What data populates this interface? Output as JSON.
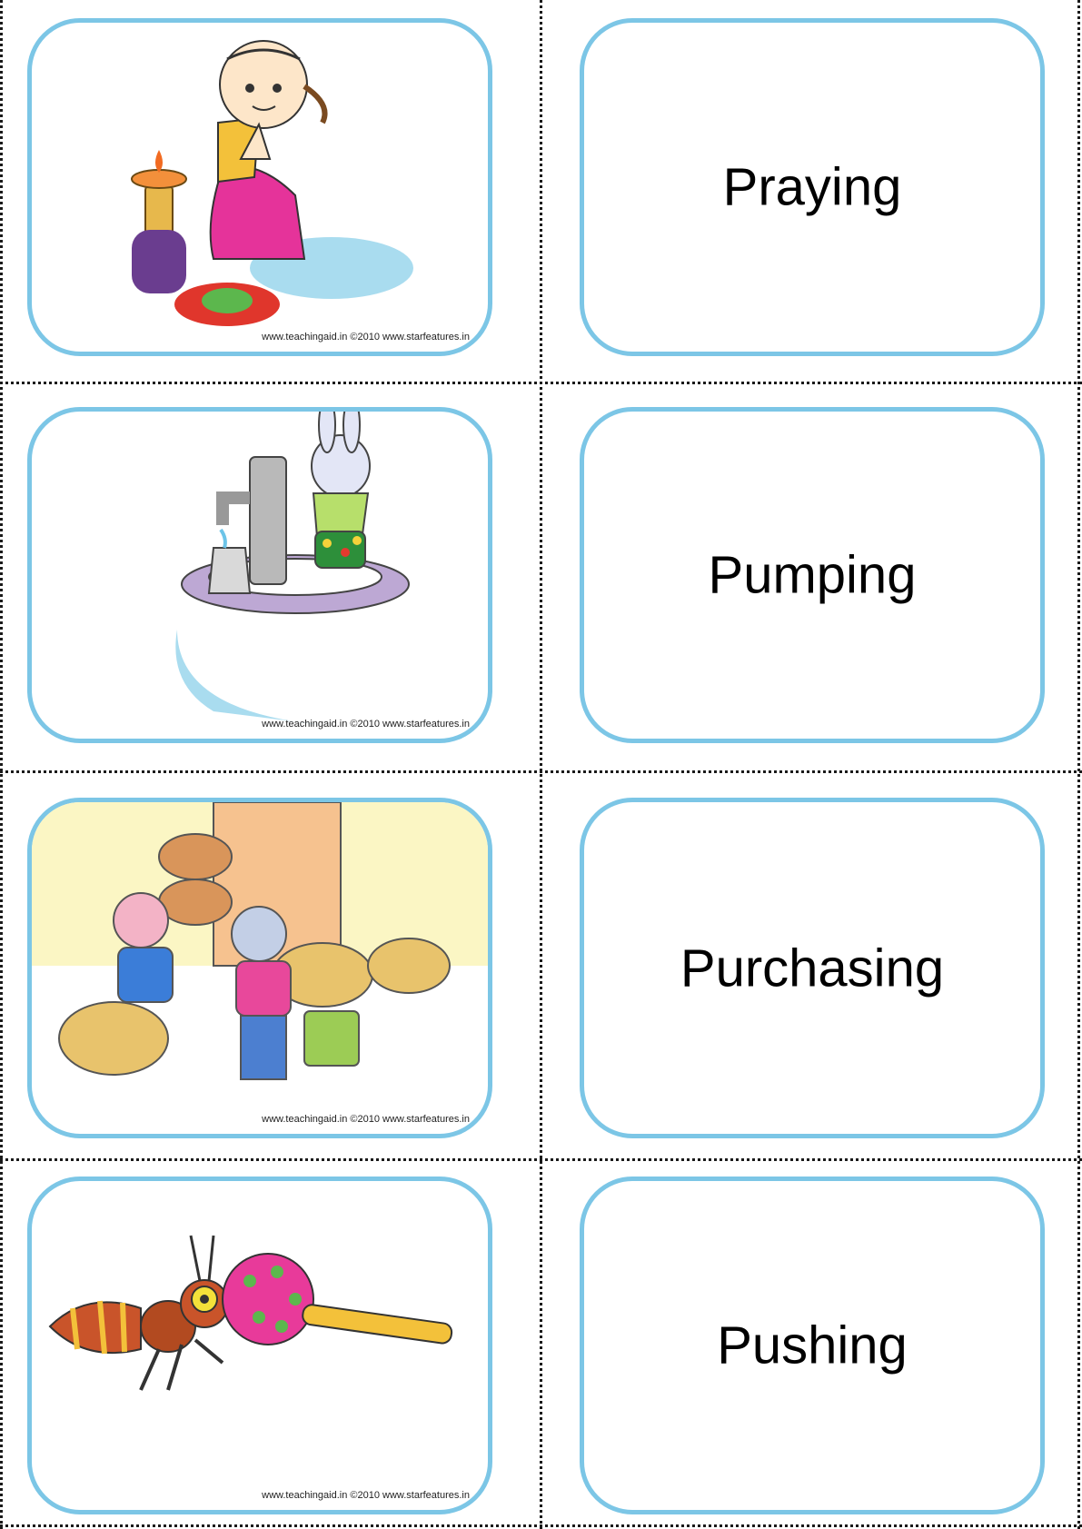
{
  "cards": [
    {
      "word": "Praying",
      "credit": "www.teachingaid.in ©2010 www.starfeatures.in"
    },
    {
      "word": "Pumping",
      "credit": "www.teachingaid.in ©2010 www.starfeatures.in"
    },
    {
      "word": "Purchasing",
      "credit": "www.teachingaid.in ©2010 www.starfeatures.in"
    },
    {
      "word": "Pushing",
      "credit": "www.teachingaid.in ©2010 www.starfeatures.in"
    }
  ],
  "colors": {
    "card_border": "#7cc6e6",
    "cut_line": "#1a1a1a"
  }
}
